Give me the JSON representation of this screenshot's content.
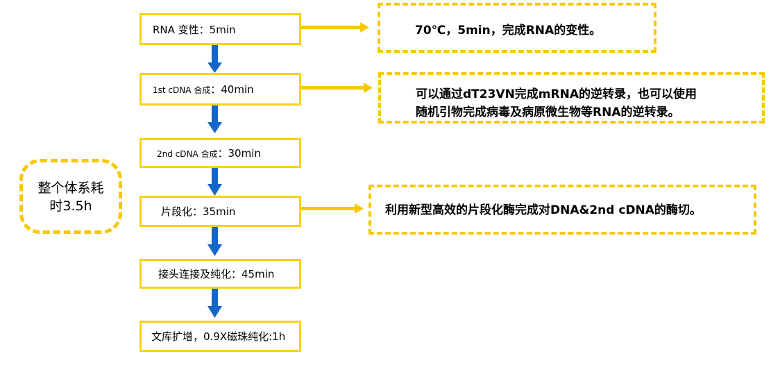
{
  "steps": [
    {
      "label": "RNA 变性：5min"
    },
    {
      "label": "1st cDNA 合成：40min",
      "prefix": "1st cDNA 合成",
      "suffix": "：40min"
    },
    {
      "label": "2nd cDNA 合成：30min",
      "prefix": "2nd cDNA 合成",
      "suffix": "：30min"
    },
    {
      "label": "片段化：35min"
    },
    {
      "label": "接头连接及纯化：45min"
    },
    {
      "label": "文库扩增，0.9X磁珠纯化:1h"
    }
  ],
  "notes": {
    "denature": "70℃，5min，完成RNA的变性。",
    "rt_line1": "可以通过dT23VN完成mRNA的逆转录，也可以使用",
    "rt_line2": "随机引物完成病毒及病原微生物等RNA的逆转录。",
    "fragment": "利用新型高效的片段化酶完成对DNA&2nd cDNA的酶切。"
  },
  "total": {
    "line1": "整个体系耗",
    "line2": "时3.5h"
  },
  "colors": {
    "box_border": "#f7d21a",
    "dashed_border": "#f7c800",
    "arrow_down": "#1666c9",
    "arrow_right": "#f7c800"
  }
}
